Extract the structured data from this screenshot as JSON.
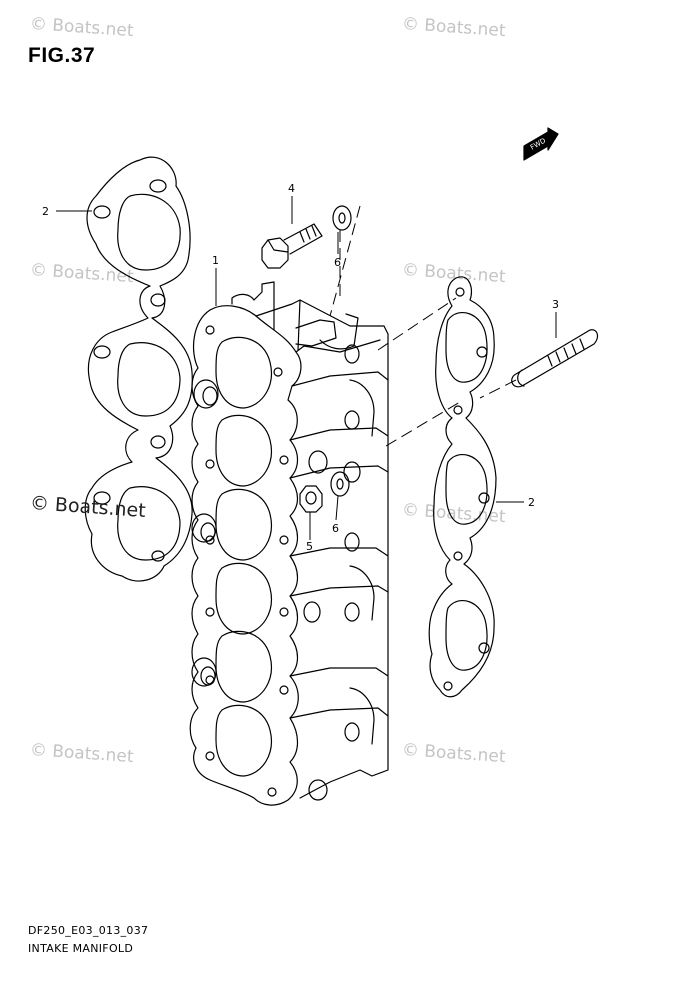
{
  "figure": {
    "title": "FIG.37",
    "code": "DF250_E03_013_037",
    "name": "INTAKE MANIFOLD"
  },
  "watermark": {
    "text": "© Boats.net"
  },
  "fwd_arrow": {
    "label": "FWD"
  },
  "callouts": [
    "1",
    "2",
    "3",
    "4",
    "5",
    "6"
  ],
  "colors": {
    "line": "#000000",
    "watermark": "#c4c4c4",
    "background": "#ffffff"
  }
}
